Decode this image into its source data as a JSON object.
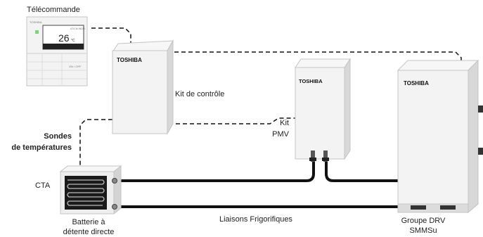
{
  "labels": {
    "remote": "Télécommande",
    "control_kit": "Kit de contrôle",
    "sensors_line1": "Sondes",
    "sensors_line2": "de températures",
    "cta": "CTA",
    "pmv_line1": "Kit",
    "pmv_line2": "PMV",
    "coil_line1": "Batterie à",
    "coil_line2": "détente directe",
    "refrigerant_links": "Liaisons Frigorifiques",
    "drv_line1": "Groupe DRV",
    "drv_line2": "SMMSu"
  },
  "brand": {
    "logo": "TOSHIBA"
  },
  "remote_display": {
    "temperature": "26",
    "unit": "°C",
    "header_left": "TOSHIBA",
    "header_right": "AT/CM INDIA",
    "button_text": "ON / OFF"
  },
  "colors": {
    "pipe": "#111111",
    "device_fill": "#f3f3f3",
    "device_shade": "#dadada",
    "device_outline": "#c4c4c4",
    "text": "#222222"
  },
  "icons": [
    "remote-control-icon",
    "control-kit-box-icon",
    "pmv-kit-box-icon",
    "drv-outdoor-unit-icon",
    "cta-coil-icon"
  ]
}
